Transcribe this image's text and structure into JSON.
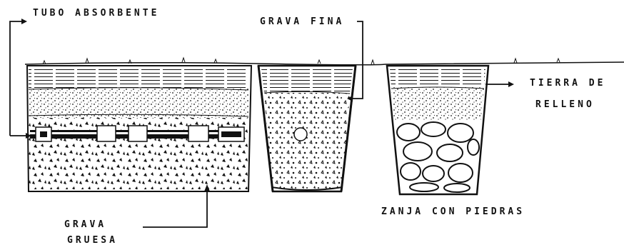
{
  "labels": {
    "tubo_absorbente": "TUBO ABSORBENTE",
    "grava_fina": "GRAVA FINA",
    "tierra_de_relleno": [
      "TIERRA DE",
      "RELLENO"
    ],
    "grava_gruesa": [
      "GRAVA",
      "GRUESA"
    ],
    "zanja_con_piedras": "ZANJA CON PIEDRAS"
  },
  "colors": {
    "ink": "#111111",
    "paper": "#ffffff"
  }
}
